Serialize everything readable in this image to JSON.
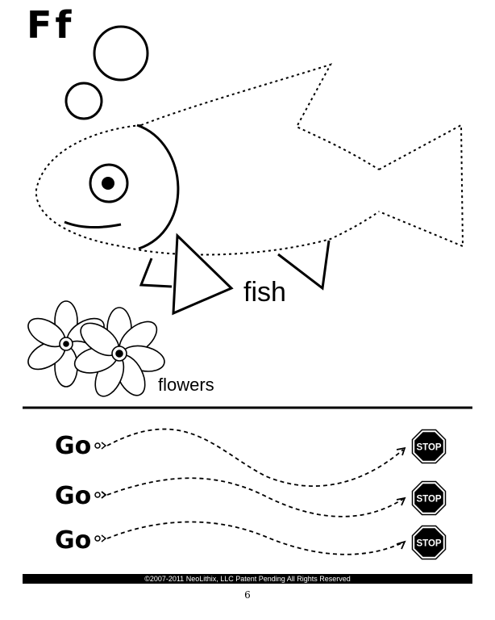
{
  "worksheet": {
    "letter_title": "Ff",
    "word_fish": "fish",
    "word_flowers": "flowers"
  },
  "tracing_rows": [
    {
      "go_label": "Go",
      "stop_label": "STOP"
    },
    {
      "go_label": "Go",
      "stop_label": "STOP"
    },
    {
      "go_label": "Go",
      "stop_label": "STOP"
    }
  ],
  "footer": {
    "copyright": "©2007-2011  NeoLithix, LLC  Patent Pending  All Rights Reserved",
    "page_number": "6"
  },
  "icons": {
    "start_marker": "arrow-start-icon",
    "stop_sign": "stop-sign-icon"
  },
  "colors": {
    "ink": "#000000",
    "paper": "#ffffff",
    "stop_sign_fill": "#000000"
  }
}
